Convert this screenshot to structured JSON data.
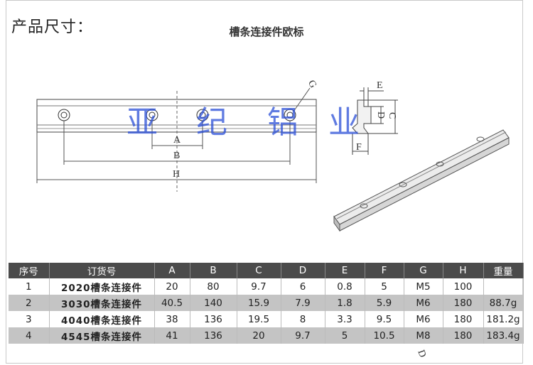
{
  "page": {
    "title_left": "产品尺寸：",
    "title_center": "槽条连接件欧标"
  },
  "watermark": [
    "亚",
    "纪",
    "铝",
    "业"
  ],
  "drawing_labels": {
    "A": "A",
    "B": "B",
    "H": "H",
    "G": "G",
    "E": "E",
    "D": "D",
    "C": "C",
    "F": "F",
    "stray_D": "D"
  },
  "table": {
    "headers": [
      "序号",
      "订货号",
      "A",
      "B",
      "C",
      "D",
      "E",
      "F",
      "G",
      "H",
      "重量"
    ],
    "rows": [
      [
        "1",
        "2020槽条连接件",
        "20",
        "80",
        "9.7",
        "6",
        "0.8",
        "5",
        "M5",
        "100",
        ""
      ],
      [
        "2",
        "3030槽条连接件",
        "40.5",
        "140",
        "15.9",
        "7.9",
        "1.8",
        "5.9",
        "M6",
        "180",
        "88.7g"
      ],
      [
        "3",
        "4040槽条连接件",
        "38",
        "136",
        "19.5",
        "8",
        "3.3",
        "9.5",
        "M6",
        "180",
        "181.2g"
      ],
      [
        "4",
        "4545槽条连接件",
        "41",
        "136",
        "20",
        "9.7",
        "5",
        "10.5",
        "M8",
        "180",
        "183.4g"
      ]
    ]
  }
}
